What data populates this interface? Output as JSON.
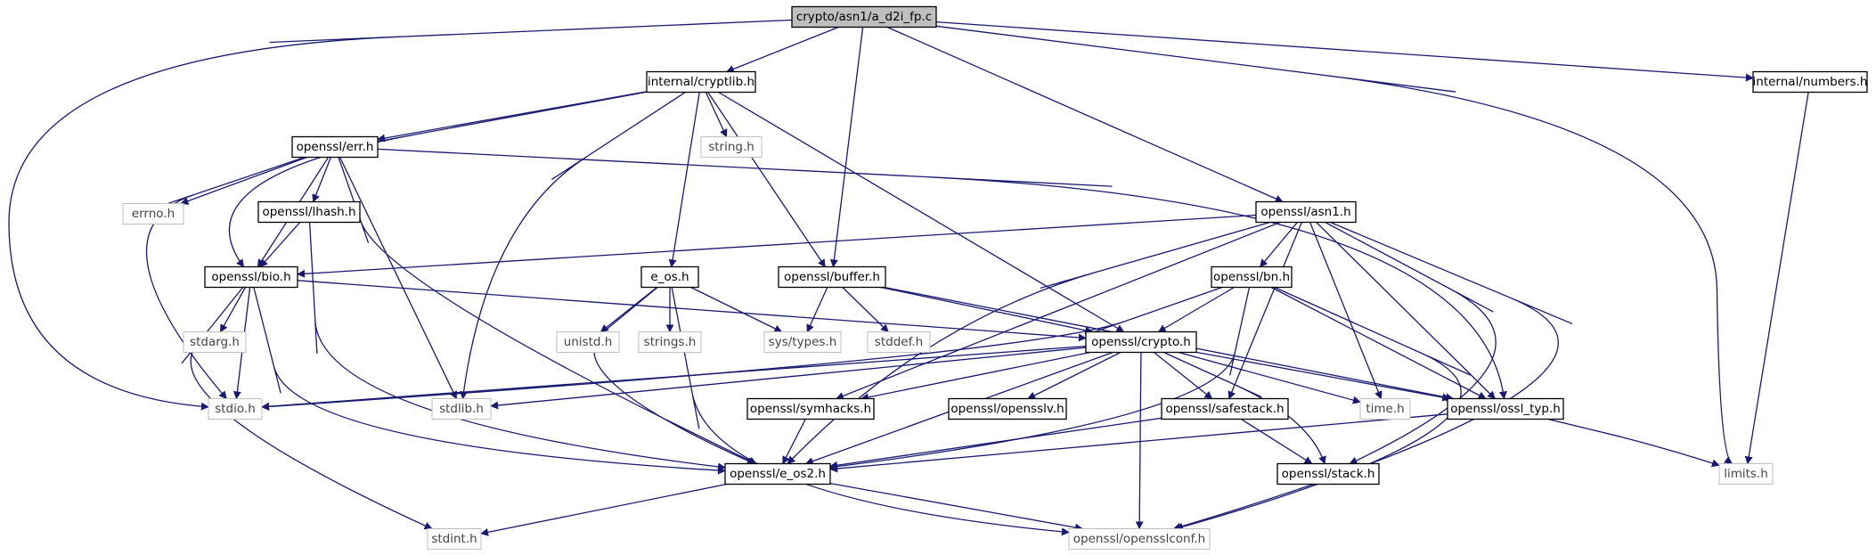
{
  "graph": {
    "colors": {
      "edge": "#191970",
      "root_fill": "#bfbfbf",
      "border": "#000000",
      "system_border": "#bfbfbf"
    },
    "nodes": [
      {
        "id": "root",
        "label": "crypto/asn1/a_d2i_fp.c",
        "kind": "root"
      },
      {
        "id": "cryptlib",
        "label": "internal/cryptlib.h",
        "kind": "project"
      },
      {
        "id": "numbers",
        "label": "internal/numbers.h",
        "kind": "project"
      },
      {
        "id": "err",
        "label": "openssl/err.h",
        "kind": "project"
      },
      {
        "id": "string",
        "label": "string.h",
        "kind": "system"
      },
      {
        "id": "asn1",
        "label": "openssl/asn1.h",
        "kind": "project"
      },
      {
        "id": "errno",
        "label": "errno.h",
        "kind": "system"
      },
      {
        "id": "lhash",
        "label": "openssl/lhash.h",
        "kind": "project"
      },
      {
        "id": "bio",
        "label": "openssl/bio.h",
        "kind": "project"
      },
      {
        "id": "eos",
        "label": "e_os.h",
        "kind": "project"
      },
      {
        "id": "buffer",
        "label": "openssl/buffer.h",
        "kind": "project"
      },
      {
        "id": "bn",
        "label": "openssl/bn.h",
        "kind": "project"
      },
      {
        "id": "stdarg",
        "label": "stdarg.h",
        "kind": "system"
      },
      {
        "id": "unistd",
        "label": "unistd.h",
        "kind": "system"
      },
      {
        "id": "strings",
        "label": "strings.h",
        "kind": "system"
      },
      {
        "id": "systypes",
        "label": "sys/types.h",
        "kind": "system"
      },
      {
        "id": "stddef",
        "label": "stddef.h",
        "kind": "system"
      },
      {
        "id": "crypto",
        "label": "openssl/crypto.h",
        "kind": "project"
      },
      {
        "id": "stdio",
        "label": "stdio.h",
        "kind": "system"
      },
      {
        "id": "stdlib",
        "label": "stdlib.h",
        "kind": "system"
      },
      {
        "id": "symhacks",
        "label": "openssl/symhacks.h",
        "kind": "project"
      },
      {
        "id": "opensslv",
        "label": "openssl/opensslv.h",
        "kind": "project"
      },
      {
        "id": "safestack",
        "label": "openssl/safestack.h",
        "kind": "project"
      },
      {
        "id": "time",
        "label": "time.h",
        "kind": "system"
      },
      {
        "id": "ossltyp",
        "label": "openssl/ossl_typ.h",
        "kind": "project"
      },
      {
        "id": "eos2",
        "label": "openssl/e_os2.h",
        "kind": "project"
      },
      {
        "id": "stack",
        "label": "openssl/stack.h",
        "kind": "project"
      },
      {
        "id": "limits",
        "label": "limits.h",
        "kind": "system"
      },
      {
        "id": "stdint",
        "label": "stdint.h",
        "kind": "system"
      },
      {
        "id": "opensslconf",
        "label": "openssl/opensslconf.h",
        "kind": "system"
      }
    ],
    "edges": [
      [
        "root",
        "cryptlib"
      ],
      [
        "root",
        "numbers"
      ],
      [
        "root",
        "stdio"
      ],
      [
        "root",
        "buffer"
      ],
      [
        "root",
        "asn1"
      ],
      [
        "root",
        "limits"
      ],
      [
        "cryptlib",
        "err"
      ],
      [
        "cryptlib",
        "string"
      ],
      [
        "cryptlib",
        "eos"
      ],
      [
        "cryptlib",
        "buffer"
      ],
      [
        "cryptlib",
        "crypto"
      ],
      [
        "cryptlib",
        "bio"
      ],
      [
        "cryptlib",
        "stdlib"
      ],
      [
        "numbers",
        "limits"
      ],
      [
        "err",
        "errno"
      ],
      [
        "err",
        "lhash"
      ],
      [
        "err",
        "bio"
      ],
      [
        "err",
        "stdio"
      ],
      [
        "err",
        "stdlib"
      ],
      [
        "err",
        "eos2"
      ],
      [
        "err",
        "ossltyp"
      ],
      [
        "lhash",
        "bio"
      ],
      [
        "lhash",
        "eos2"
      ],
      [
        "bio",
        "stdarg"
      ],
      [
        "bio",
        "stdio"
      ],
      [
        "bio",
        "crypto"
      ],
      [
        "bio",
        "eos2"
      ],
      [
        "bio",
        "stdint"
      ],
      [
        "eos",
        "unistd"
      ],
      [
        "eos",
        "strings"
      ],
      [
        "eos",
        "systypes"
      ],
      [
        "eos",
        "eos2"
      ],
      [
        "eos",
        "opensslconf"
      ],
      [
        "buffer",
        "systypes"
      ],
      [
        "buffer",
        "stddef"
      ],
      [
        "buffer",
        "crypto"
      ],
      [
        "buffer",
        "ossltyp"
      ],
      [
        "asn1",
        "bio"
      ],
      [
        "asn1",
        "bn"
      ],
      [
        "asn1",
        "eos2"
      ],
      [
        "asn1",
        "symhacks"
      ],
      [
        "asn1",
        "safestack"
      ],
      [
        "asn1",
        "time"
      ],
      [
        "asn1",
        "ossltyp"
      ],
      [
        "asn1",
        "stack"
      ],
      [
        "asn1",
        "opensslconf"
      ],
      [
        "bn",
        "crypto"
      ],
      [
        "bn",
        "stdio"
      ],
      [
        "bn",
        "ossltyp"
      ],
      [
        "bn",
        "eos2"
      ],
      [
        "bn",
        "opensslconf"
      ],
      [
        "crypto",
        "stdio"
      ],
      [
        "crypto",
        "stdlib"
      ],
      [
        "crypto",
        "symhacks"
      ],
      [
        "crypto",
        "opensslv"
      ],
      [
        "crypto",
        "safestack"
      ],
      [
        "crypto",
        "time"
      ],
      [
        "crypto",
        "ossltyp"
      ],
      [
        "crypto",
        "eos2"
      ],
      [
        "crypto",
        "stack"
      ],
      [
        "crypto",
        "opensslconf"
      ],
      [
        "symhacks",
        "eos2"
      ],
      [
        "safestack",
        "stack"
      ],
      [
        "safestack",
        "eos2"
      ],
      [
        "ossltyp",
        "eos2"
      ],
      [
        "ossltyp",
        "limits"
      ],
      [
        "eos2",
        "stdint"
      ],
      [
        "eos2",
        "opensslconf"
      ]
    ]
  }
}
